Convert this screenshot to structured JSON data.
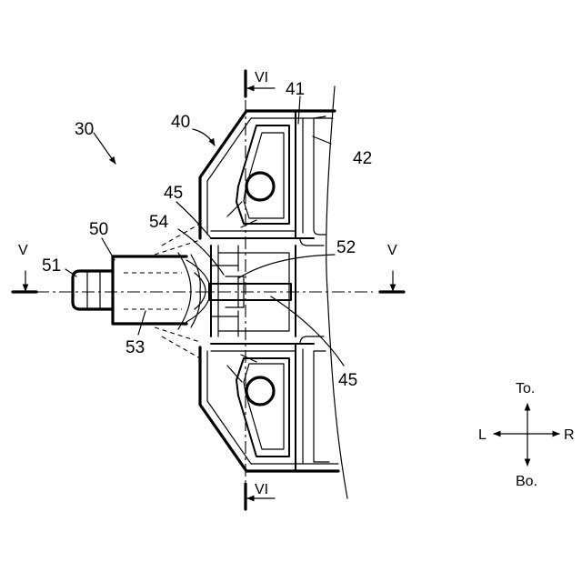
{
  "labels": {
    "ref_30": "30",
    "ref_40": "40",
    "ref_41": "41",
    "ref_42": "42",
    "ref_45_upper": "45",
    "ref_45_lower": "45",
    "ref_50": "50",
    "ref_51": "51",
    "ref_52": "52",
    "ref_53": "53",
    "ref_54": "54"
  },
  "section_marks": {
    "vi_top": "VI",
    "vi_bottom": "VI",
    "v_left": "V",
    "v_right": "V"
  },
  "direction_indicator": {
    "top": "To.",
    "bottom": "Bo.",
    "left": "L",
    "right": "R"
  }
}
